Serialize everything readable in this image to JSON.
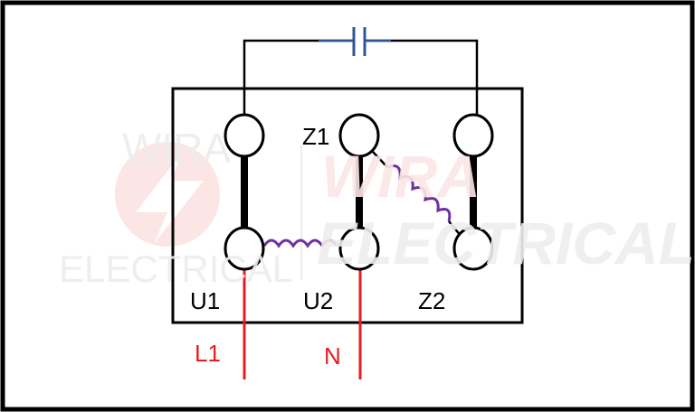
{
  "terminals": {
    "u1": "U1",
    "u2": "U2",
    "z1": "Z1",
    "z2": "Z2"
  },
  "supply": {
    "l1": "L1",
    "n": "N"
  },
  "watermark": {
    "left_top": "WIRA",
    "left_bottom": "ELECTRICAL",
    "right_top": "WIRA",
    "right_bottom": "ELECTRICAL"
  },
  "colors": {
    "wire": "#000000",
    "supply": "#e81c1c",
    "coil": "#7030a0",
    "capacitor": "#2f5597",
    "watermark_red": "#f4cccc",
    "watermark_gray": "#e6e6e6"
  }
}
